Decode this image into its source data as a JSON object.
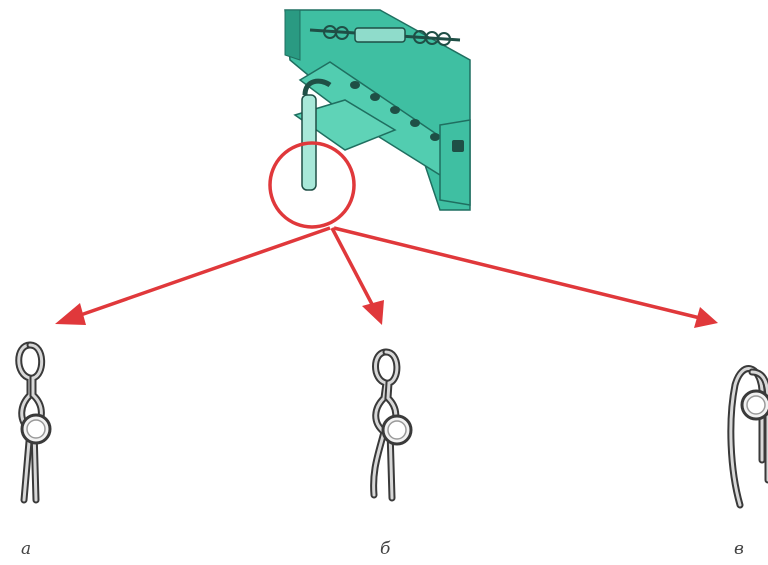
{
  "labels": {
    "a": "а",
    "b": "б",
    "v": "в"
  },
  "colors": {
    "arrow": "#e0383b",
    "machine_fill": "#3fbfa2",
    "machine_dark": "#1f6f60",
    "clip_outline": "#3a3a3a",
    "clip_fill": "#d8d8d8"
  },
  "icons": {
    "machine": "hitch-mechanism-illustration",
    "clip_a": "r-clip-pin",
    "clip_b": "r-clip-pin-bent",
    "clip_v": "hairpin-clip"
  }
}
